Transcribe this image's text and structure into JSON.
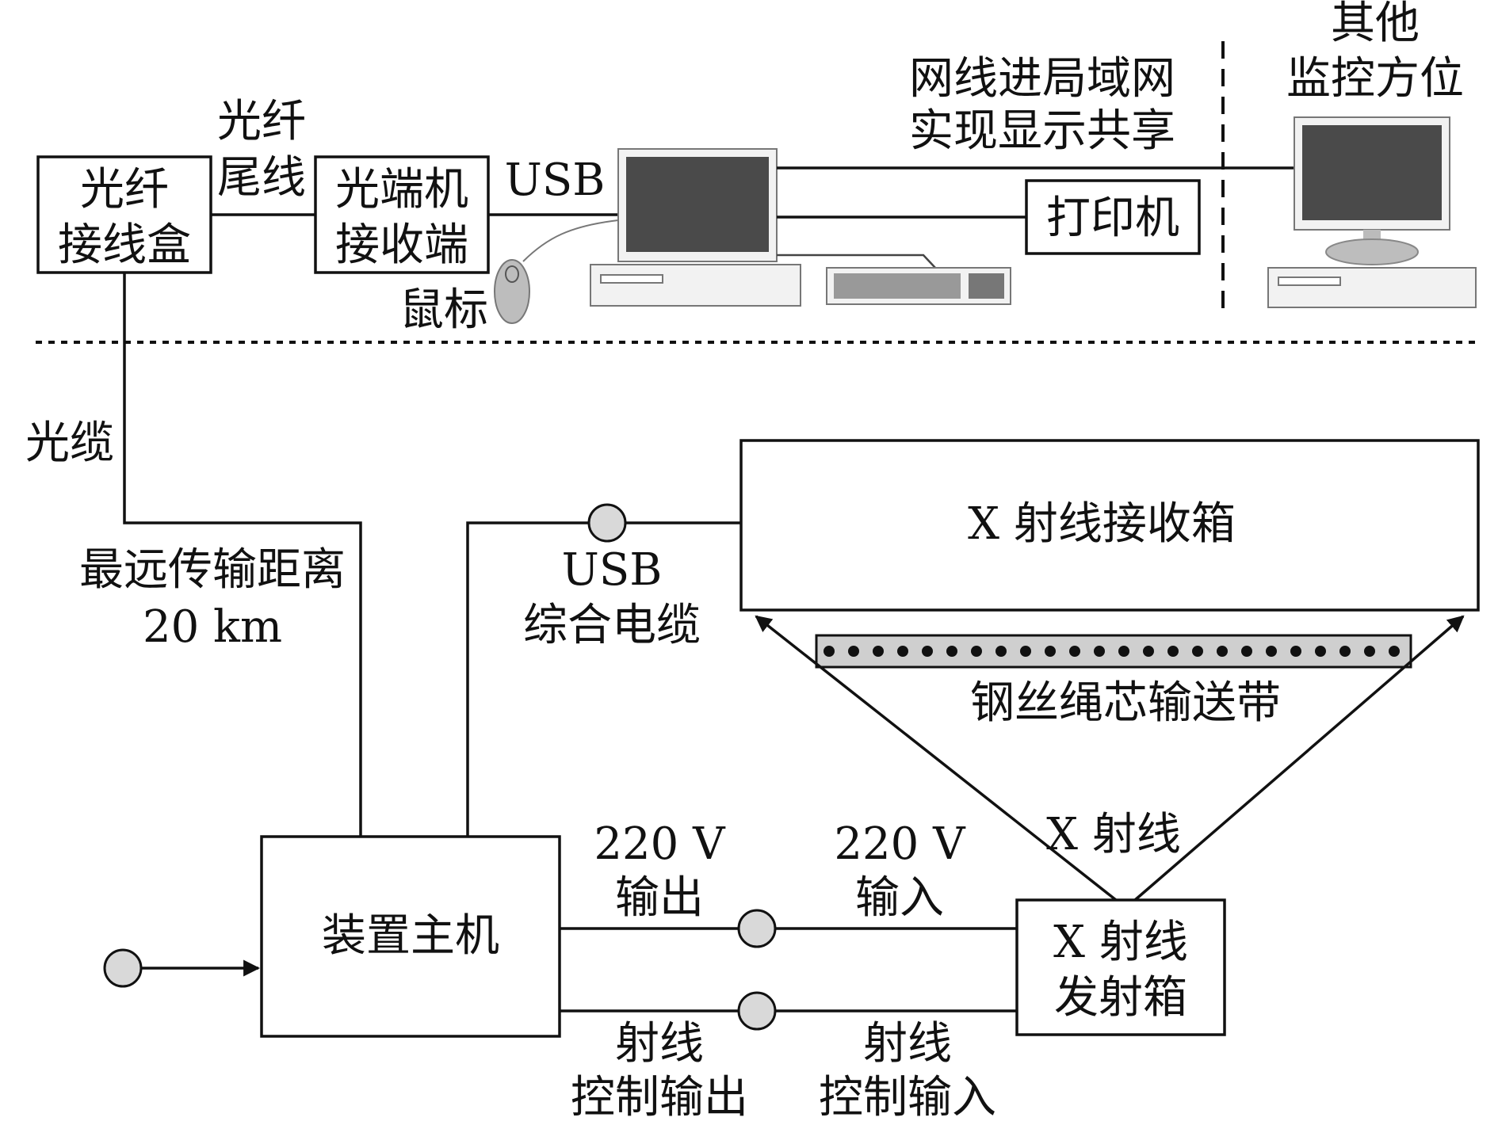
{
  "colors": {
    "line": "#111111",
    "connector_fill": "#d9d9d9",
    "screen": "#4a4a4a",
    "device_body": "#f2f2f2"
  },
  "top": {
    "fiber_box": [
      "光纤",
      "接线盒"
    ],
    "pigtail": [
      "光纤",
      "尾线"
    ],
    "receiver": [
      "光端机",
      "接收端"
    ],
    "usb": "USB",
    "mouse": "鼠标",
    "network": [
      "网线进局域网",
      "实现显示共享"
    ],
    "printer": "打印机",
    "other_monitor": [
      "其他",
      "监控方位"
    ]
  },
  "cable": {
    "label": "光缆",
    "distance": [
      "最远传输距离",
      "20 km"
    ]
  },
  "bottom": {
    "xray_receiver": "X 射线接收箱",
    "usb_cable": [
      "USB",
      "综合电缆"
    ],
    "belt": "钢丝绳芯输送带",
    "xray": "X 射线",
    "host": "装置主机",
    "v220_out": [
      "220 V",
      "输出"
    ],
    "v220_in": [
      "220 V",
      "输入"
    ],
    "xray_emitter": [
      "X 射线",
      "发射箱"
    ],
    "ray_ctrl_out": [
      "射线",
      "控制输出"
    ],
    "ray_ctrl_in": [
      "射线",
      "控制输入"
    ]
  },
  "icons": [
    "desktop-computer-icon",
    "keyboard-icon",
    "mouse-icon",
    "monitor-icon"
  ]
}
